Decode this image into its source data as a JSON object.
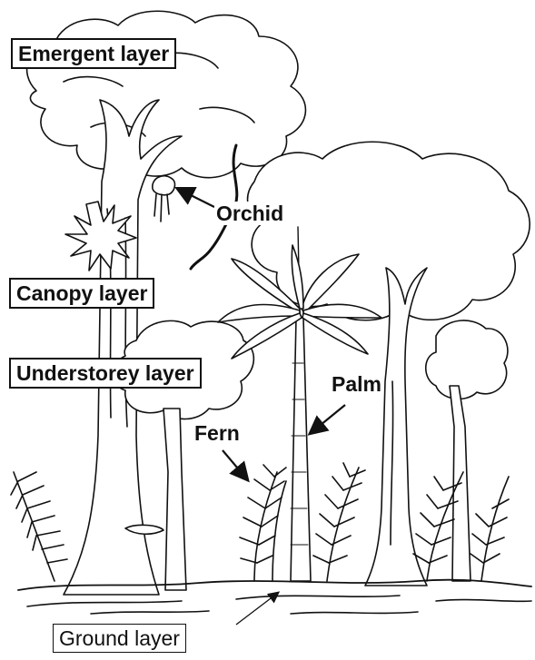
{
  "labels": {
    "emergent": "Emergent layer",
    "canopy": "Canopy layer",
    "understorey": "Understorey layer",
    "ground": "Ground layer",
    "orchid": "Orchid",
    "palm": "Palm",
    "fern": "Fern"
  },
  "colors": {
    "ink": "#111111",
    "paper": "#ffffff"
  }
}
